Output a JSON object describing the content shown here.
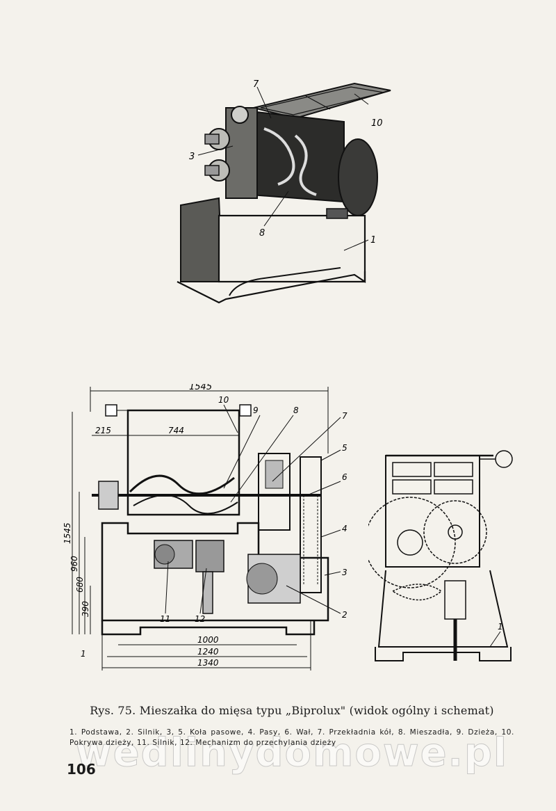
{
  "figure_labels": {
    "top": [
      "7",
      "10",
      "3",
      "8",
      "1"
    ],
    "bottom_main": [
      "10",
      "9",
      "8",
      "7",
      "5",
      "6",
      "4",
      "3",
      "2",
      "11",
      "12",
      "1"
    ],
    "bottom_side": [
      "1"
    ]
  },
  "dimensions": {
    "overall_width": "1545",
    "left_offset": "215",
    "bowl_width": "744",
    "height_total": "1545",
    "height_960": "960",
    "height_680": "680",
    "height_390": "390",
    "base_1000": "1000",
    "base_1240": "1240",
    "base_1340": "1340"
  },
  "caption": {
    "prefix": "Rys. 75.",
    "text": "Mieszałka do mięsa typu „Biprolux\" (widok ogólny i schemat)"
  },
  "legend": "1. Podstawa, 2. Silnik, 3, 5. Koła pasowe, 4. Pasy, 6. Wał, 7. Przekładnia kół, 8. Mieszadła, 9. Dzieża, 10. Pokrywa dzieży, 11. Silnik, 12. Mechanizm do przechylania dzieży",
  "page_number": "106",
  "watermark": "wedlinydomowe.pl"
}
